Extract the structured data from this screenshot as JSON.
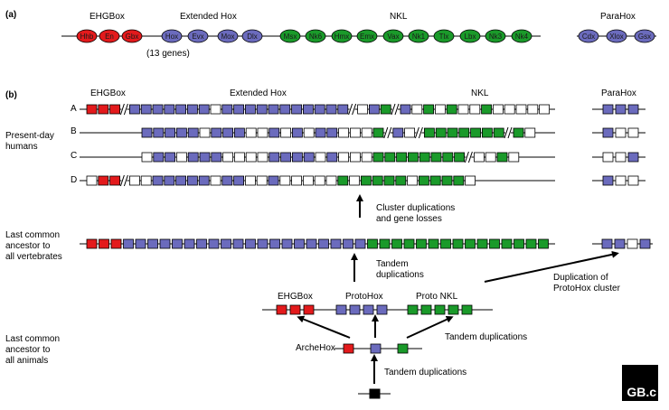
{
  "colors": {
    "ehg": "#e31a1c",
    "hox": "#6b6bbd",
    "nkl": "#1a9a2a",
    "empty": "#ffffff",
    "stroke": "#000000"
  },
  "panel_a": {
    "label": "(a)",
    "ehgbox_title": "EHGBox",
    "extended_hox_title": "Extended Hox",
    "nkl_title": "NKL",
    "parahox_title": "ParaHox",
    "hox_note": "(13 genes)",
    "ehg_genes": [
      "Hhb",
      "En",
      "Gbx"
    ],
    "ext_hox_genes": [
      "Hox",
      "Evx",
      "Mox",
      "Dlx"
    ],
    "nkl_genes": [
      "Msx",
      "Nk6",
      "Hmx",
      "Emx",
      "Vax",
      "Nk1",
      "Tlx",
      "Lbx",
      "Nk3",
      "Nk4"
    ],
    "parahox_genes": [
      "Cdx",
      "Xlox",
      "Gsx"
    ]
  },
  "panel_b": {
    "label": "(b)",
    "ehgbox_title": "EHGBox",
    "extended_hox_title": "Extended Hox",
    "nkl_title": "NKL",
    "parahox_title": "ParaHox",
    "present_day_label": "Present-day\nhumans",
    "rows": [
      {
        "label": "A",
        "pattern": "RRR/BBBBBBBWBBBBBBBBBBB/WBG/BWGWGWWGWWWWW",
        "parahox": "BBB"
      },
      {
        "label": "B",
        "pattern": "BBBBBWBBBWWBWBWBBWWWG/BW/GGGGGGG/GW",
        "parahox": "BWW"
      },
      {
        "label": "C",
        "pattern": "WBBWBBBWWWWBBBBWBWWWGGGGGGGG/WWGW",
        "parahox": "WWB"
      },
      {
        "label": "D",
        "pattern": "WRR/WWBBBBBWBBWWBWWWWWGWGGGGWGGGGW",
        "parahox": "BWW"
      }
    ],
    "arrow_label_cluster": "Cluster duplications\nand gene losses",
    "lca_vertebrates_label": "Last common\nancestor to\nall vertebrates",
    "vertebrate_pattern": "RRRBBBBBBBBBBBBBBBBBBBBGGGGGGGGGGGGGGG",
    "vertebrate_parahox": "BBWB",
    "tandem_label": "Tandem\nduplications",
    "parahox_dup_label": "Duplication of\nProtoHox cluster",
    "ehgbox_sub_title": "EHGBox",
    "protohox_title": "ProtoHox",
    "proto_nkl_title": "Proto NKL",
    "archehox_label": "ArcheHox",
    "lca_animals_label": "Last common\nancestor to\nall animals",
    "tandem_dup_label_1": "Tandem duplications",
    "tandem_dup_label_2": "Tandem duplications"
  },
  "logo_text": "GB.c"
}
